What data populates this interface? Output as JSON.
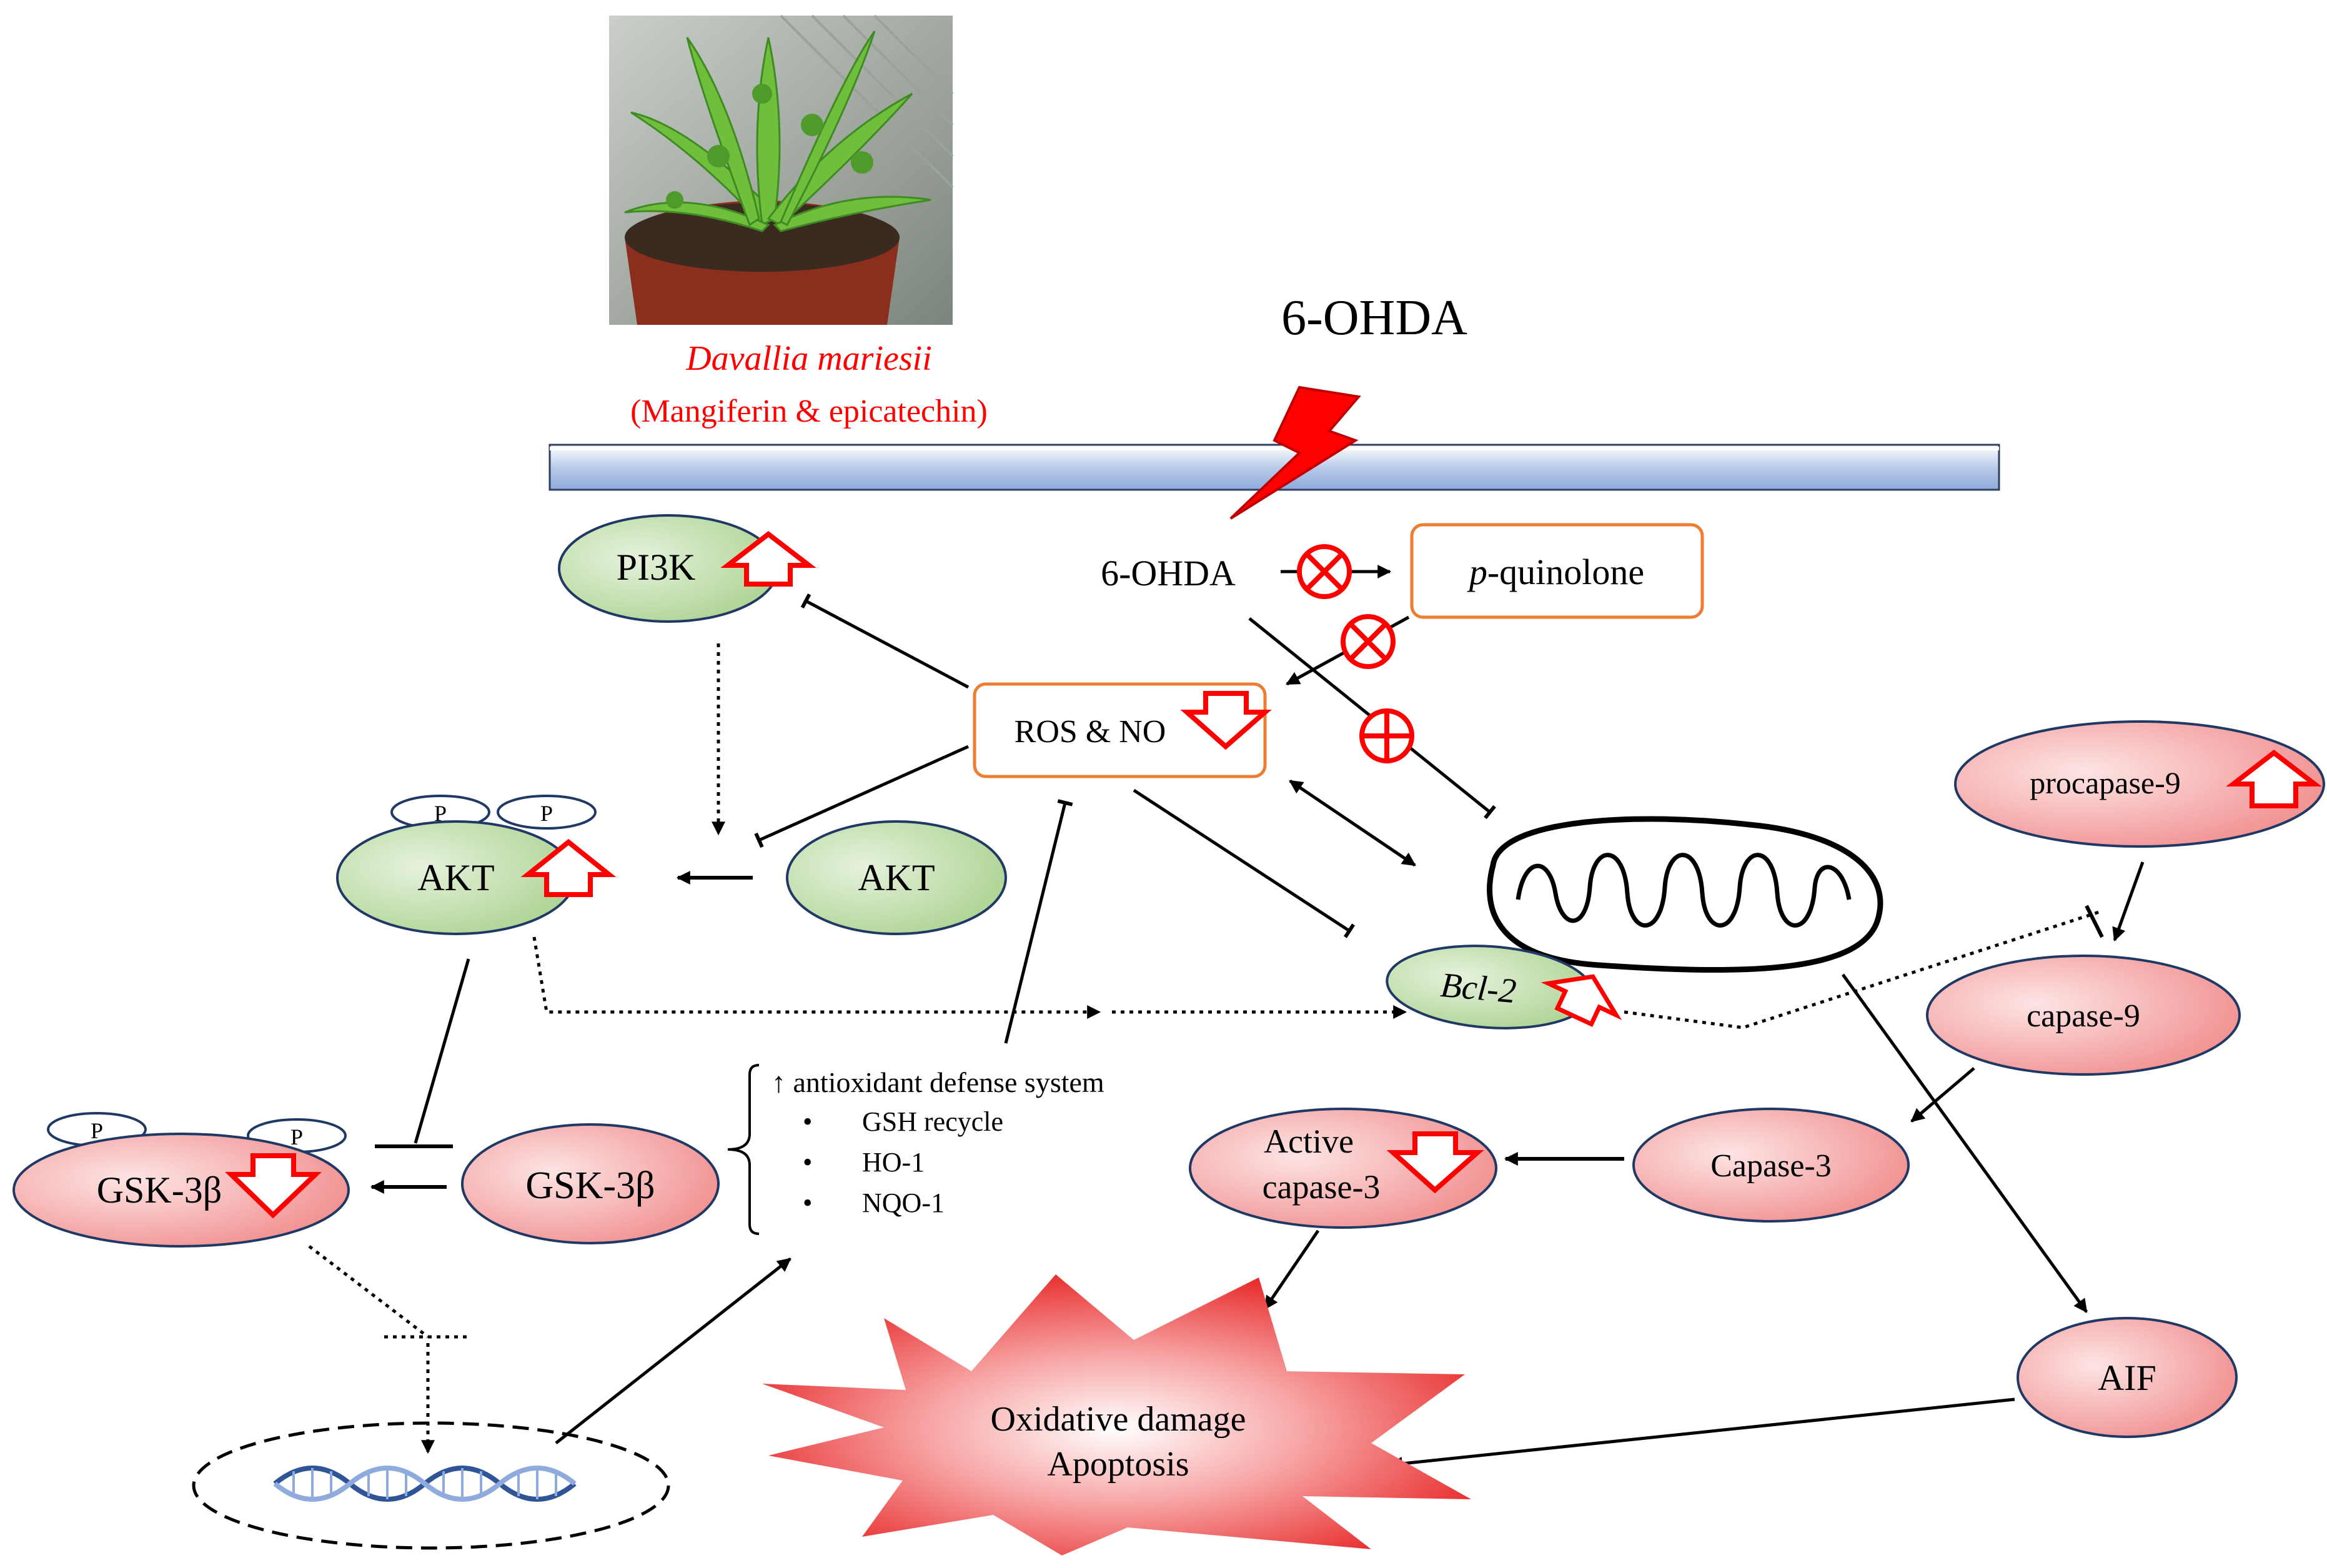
{
  "plant": {
    "name": "Davallia mariesii",
    "compounds": "(Mangiferin & epicatechin)"
  },
  "toxin": {
    "top_label": "6-OHDA",
    "inner_label": "6-OHDA",
    "metabolite_prefix": "p",
    "metabolite_suffix": "-quinolone"
  },
  "nodes": {
    "pi3k": "PI3K",
    "akt_p": "AKT",
    "akt": "AKT",
    "ros_no": "ROS & NO",
    "gsk_p": "GSK-3β",
    "gsk": "GSK-3β",
    "bcl2": "Bcl-2",
    "procaspase9": "procapase-9",
    "caspase9": "capase-9",
    "caspase3": "Capase-3",
    "active_caspase3_line1": "Active",
    "active_caspase3_line2": "capase-3",
    "aif": "AIF",
    "phospho": "P"
  },
  "antioxidant": {
    "title": "↑ antioxidant defense system",
    "items": [
      "GSH recycle",
      "HO-1",
      "NQO-1"
    ],
    "bullet": "•"
  },
  "outcome": {
    "line1": "Oxidative damage",
    "line2": "Apoptosis"
  },
  "colors": {
    "green_node": "#a9d18e",
    "red_node": "#f4a0a0",
    "red_accent": "#ff0000",
    "orange_box": "#ed7d31",
    "membrane": "#b4c7e7",
    "dna": "#8faadc"
  },
  "icons": [
    "plant-photo",
    "lightning-bolt-icon",
    "mitochondrion-icon",
    "dna-helix-icon",
    "up-arrow-icon",
    "down-arrow-icon",
    "inhibited-cross-icon",
    "starburst-icon"
  ]
}
